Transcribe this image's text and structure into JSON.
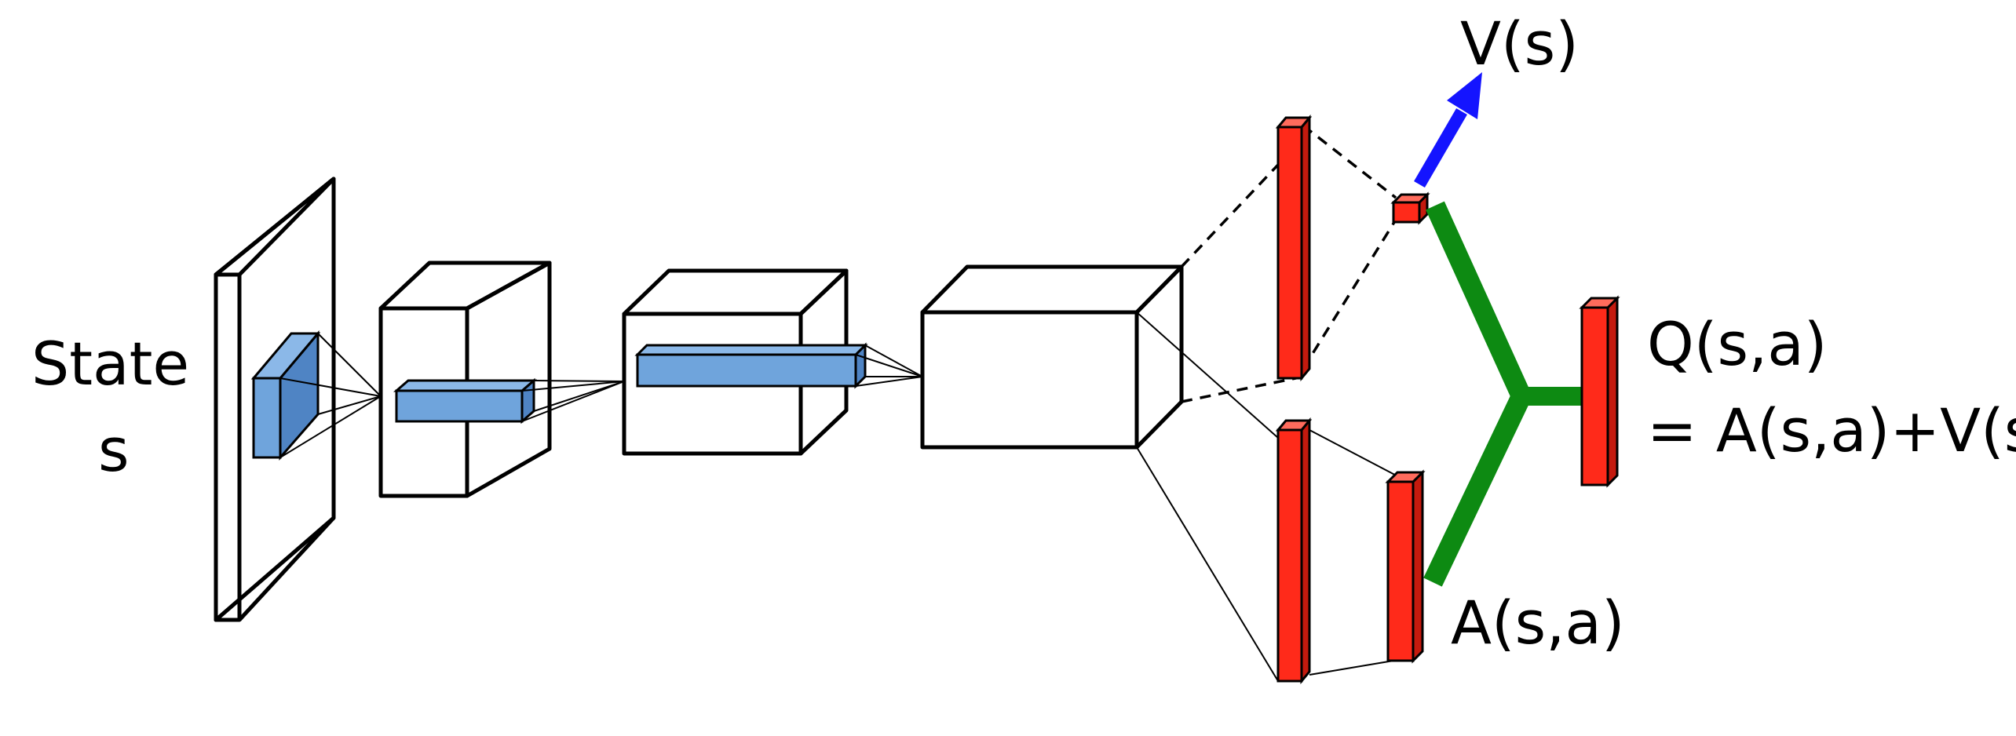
{
  "labels": {
    "state_line1": "State",
    "state_line2": "s",
    "value": "V(s)",
    "q_line1": "Q(s,a)",
    "q_line2": "= A(s,a)+V(s)",
    "advantage": "A(s,a)"
  },
  "colors": {
    "background": "#ffffff",
    "outline": "#000000",
    "kernel_fill": "#6fa4dc",
    "kernel_side": "#4f84c4",
    "layer_red": "#ff2a1a",
    "layer_red_dark": "#c41a0e",
    "merge_green": "#0d8a12",
    "value_arrow": "#1414ff"
  }
}
